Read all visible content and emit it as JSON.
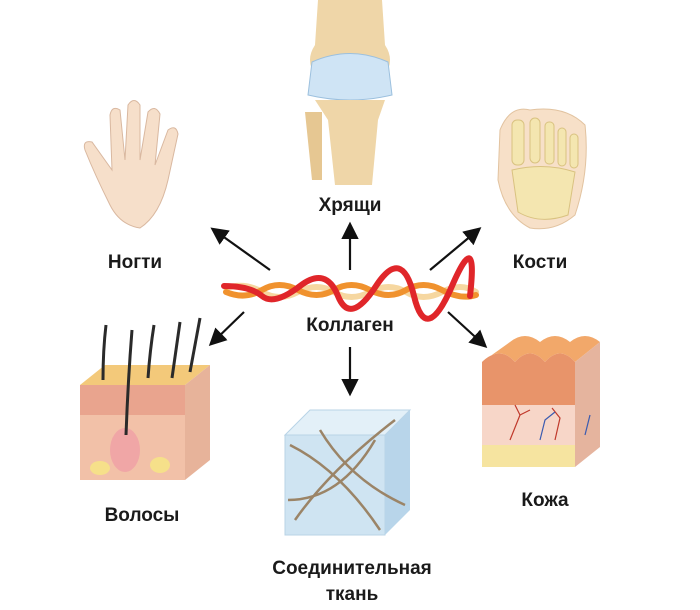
{
  "center": {
    "label": "Коллаген"
  },
  "items": {
    "cartilage": "Хрящи",
    "nails": "Ногти",
    "bones": "Кости",
    "hair": "Волосы",
    "connective_line1": "Соединительная",
    "connective_line2": "ткань",
    "skin": "Кожа"
  },
  "colors": {
    "rope_red": "#e0262a",
    "rope_orange": "#f0922e",
    "rope_cream": "#f6d7a0",
    "arrow": "#111111"
  }
}
